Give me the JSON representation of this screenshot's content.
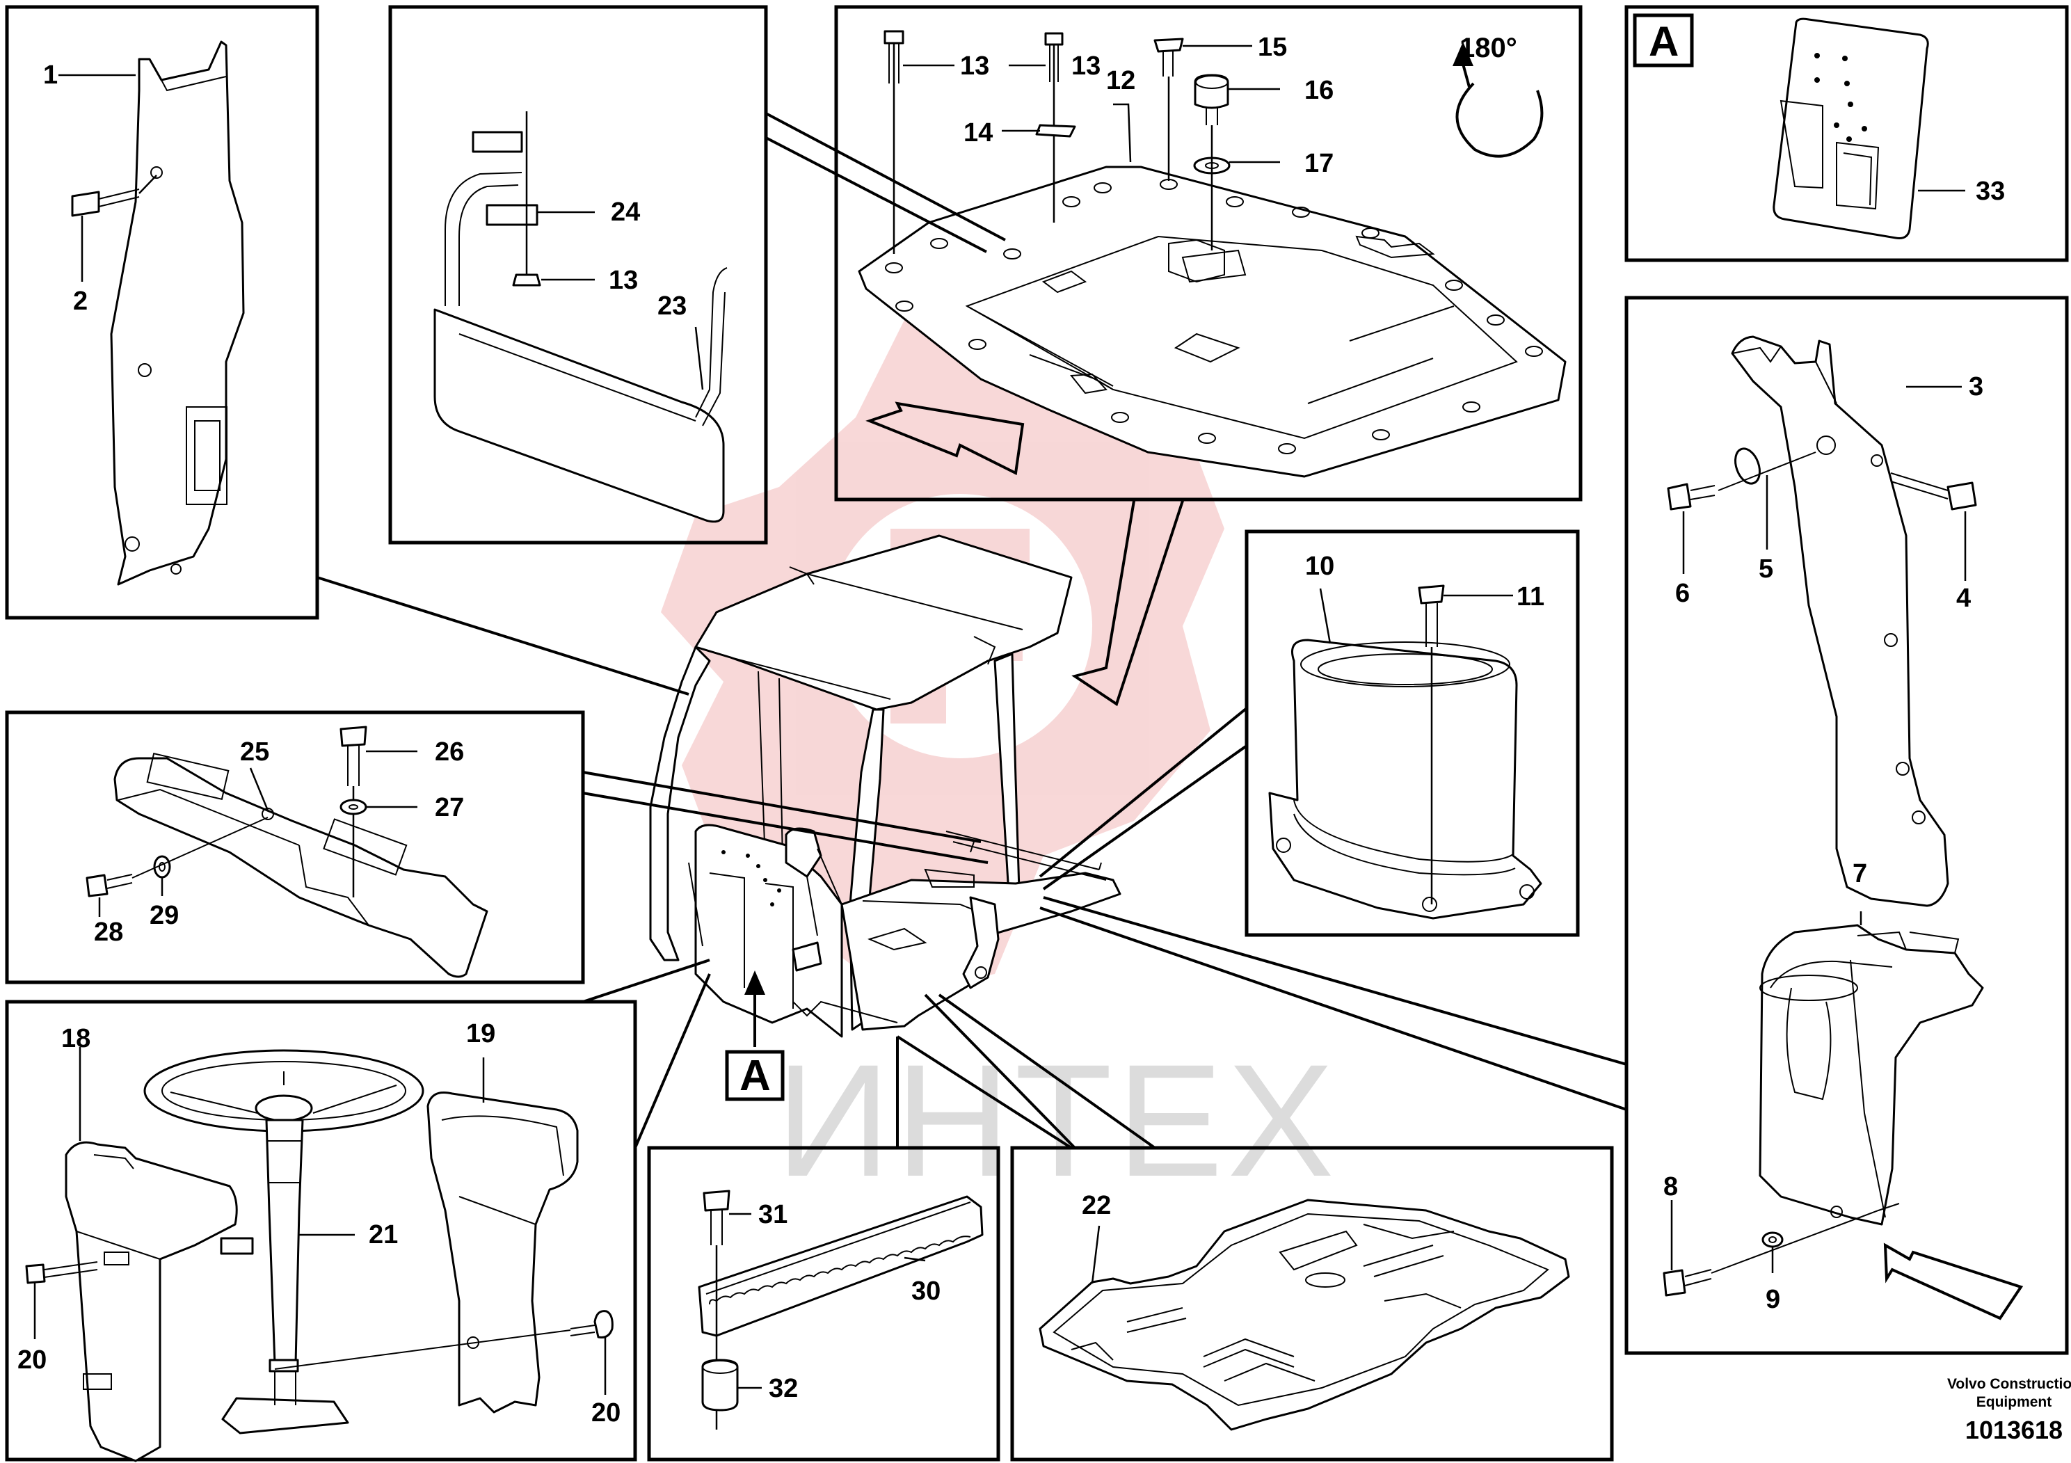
{
  "labels": {
    "p1": "1",
    "p2": "2",
    "p3": "3",
    "p4": "4",
    "p5": "5",
    "p6": "6",
    "p7": "7",
    "p8": "8",
    "p9": "9",
    "p10": "10",
    "p11": "11",
    "p12": "12",
    "p13a": "13",
    "p13b": "13",
    "p13c": "13",
    "p14": "14",
    "p15": "15",
    "p16": "16",
    "p17": "17",
    "p18": "18",
    "p19": "19",
    "p20a": "20",
    "p20b": "20",
    "p21": "21",
    "p22": "22",
    "p23": "23",
    "p24": "24",
    "p25": "25",
    "p26": "26",
    "p27": "27",
    "p28": "28",
    "p29": "29",
    "p30": "30",
    "p31": "31",
    "p32": "32",
    "p33": "33"
  },
  "detail_markers": {
    "top_right": "A",
    "center": "A"
  },
  "rotation_note": "180°",
  "watermark": "ИНТЕХ",
  "credit": {
    "line1": "Volvo Construction",
    "line2": "Equipment"
  },
  "doc_number": "1013618",
  "colors": {
    "watermark_logo": "#f0bcbc",
    "line": "#000000",
    "background": "#ffffff"
  }
}
